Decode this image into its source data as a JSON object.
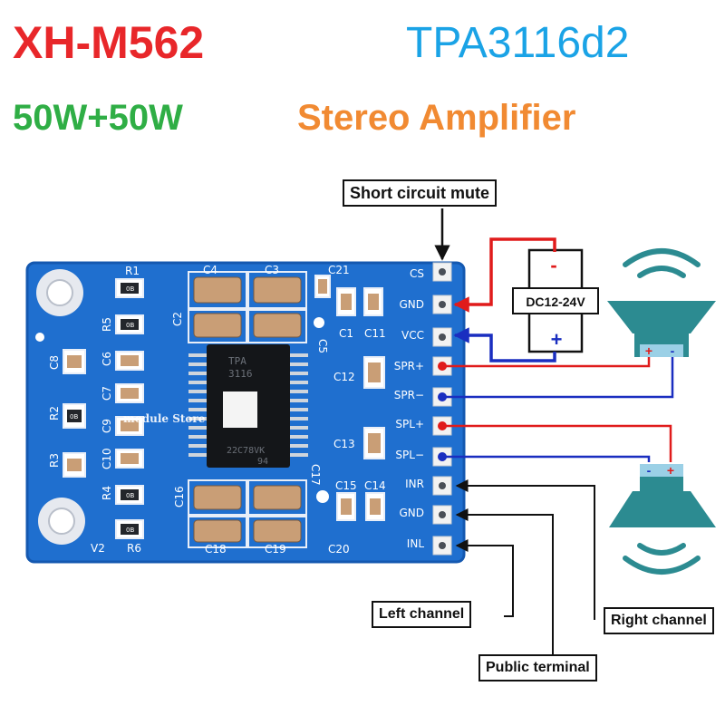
{
  "header": {
    "model": "XH-M562",
    "chip": "TPA3116d2",
    "power": "50W+50W",
    "subtitle": "Stereo Amplifier"
  },
  "labels": {
    "short_circuit_mute": "Short circuit mute",
    "left_channel": "Left channel",
    "right_channel": "Right channel",
    "public_terminal": "Public terminal",
    "power_supply": "DC12-24V",
    "supply_minus": "-",
    "supply_plus": "+"
  },
  "board": {
    "watermark": "module Store",
    "pins": [
      "CS",
      "GND",
      "VCC",
      "SPR+",
      "SPR−",
      "SPL+",
      "SPL−",
      "INR",
      "GND",
      "INL"
    ],
    "components": {
      "c4": "C4",
      "c3": "C3",
      "c21": "C21",
      "c2": "C2",
      "c5": "C5",
      "c1": "C1",
      "c11": "C11",
      "c12": "C12",
      "c13": "C13",
      "c17": "C17",
      "c15": "C15",
      "c14": "C14",
      "c16": "C16",
      "c18": "C18",
      "c19": "C19",
      "c20": "C20",
      "r1": "R1",
      "r5": "R5",
      "c6": "C6",
      "c7": "C7",
      "c8": "C8",
      "r2": "R2",
      "c9": "C9",
      "r3": "R3",
      "c10": "C10",
      "r4": "R4",
      "r6": "R6",
      "v2": "V2"
    },
    "chip_marking": [
      "TPA",
      "3116",
      "22C78VK",
      "94"
    ],
    "resistor_codes": [
      "0B",
      "0B",
      "0B",
      "0B",
      "0B"
    ]
  },
  "speakers": {
    "top": {
      "plus": "+",
      "minus": "-"
    },
    "bottom": {
      "minus": "-",
      "plus": "+"
    }
  },
  "colors": {
    "board_blue": "#1f6fcf",
    "wire_red": "#e01b1b",
    "wire_blue": "#1a2ec0",
    "speaker_teal": "#2c8b91"
  }
}
